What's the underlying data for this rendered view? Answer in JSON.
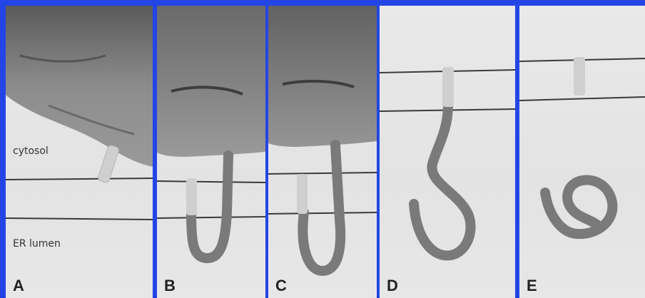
{
  "figure": {
    "panels": [
      {
        "letter": "A",
        "cytosol_label": "cytosol",
        "lumen_label": "ER lumen"
      },
      {
        "letter": "B"
      },
      {
        "letter": "C"
      },
      {
        "letter": "D"
      },
      {
        "letter": "E"
      }
    ]
  },
  "colors": {
    "border": "#2445e6",
    "background": "#e6e6e6",
    "membrane_line": "#3a3a3a",
    "tube_light": "#c8c8c8",
    "tube_dark": "#7a7a7a",
    "hand": "#8a8a8a"
  }
}
